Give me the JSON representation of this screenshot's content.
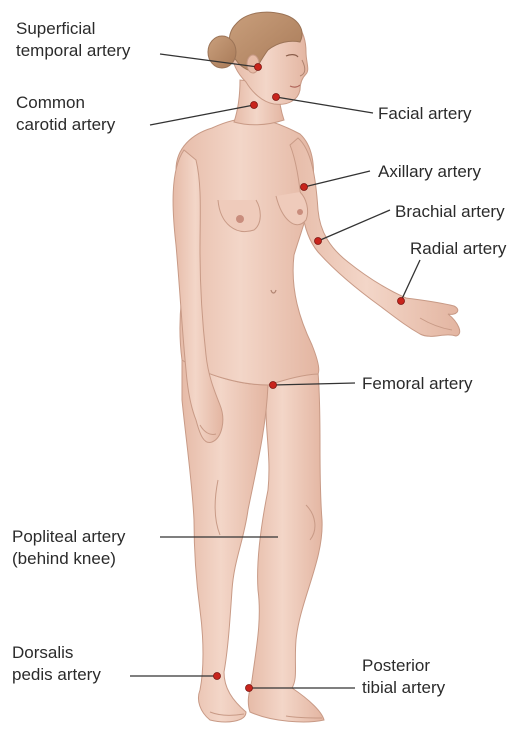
{
  "figure": {
    "labels": {
      "superficial_temporal": [
        "Superficial",
        "temporal artery"
      ],
      "common_carotid": [
        "Common",
        "carotid artery"
      ],
      "facial": [
        "Facial artery"
      ],
      "axillary": [
        "Axillary artery"
      ],
      "brachial": [
        "Brachial artery"
      ],
      "radial": [
        "Radial artery"
      ],
      "femoral": [
        "Femoral artery"
      ],
      "popliteal": [
        "Popliteal artery",
        "(behind knee)"
      ],
      "dorsalis_pedis": [
        "Dorsalis",
        "pedis artery"
      ],
      "posterior_tibial": [
        "Posterior",
        "tibial artery"
      ]
    },
    "colors": {
      "pulse_point": "#c8241c",
      "leader_line": "#333333",
      "skin": "#f0cfbf",
      "skin_shade": "#d9ab97",
      "hair": "#b88a66"
    }
  }
}
